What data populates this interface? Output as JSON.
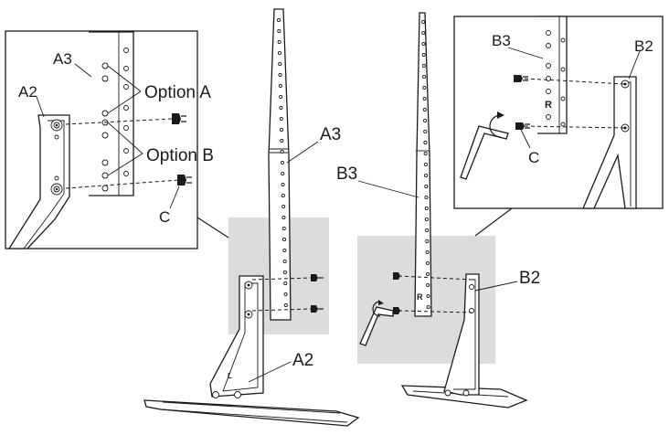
{
  "labels": {
    "a3_main": "A3",
    "a2_main": "A2",
    "b3_main": "B3",
    "b2_main": "B2",
    "inset_left": {
      "a3": "A3",
      "a2": "A2",
      "option_a": "Option A",
      "option_b": "Option B",
      "c": "C"
    },
    "inset_right": {
      "b3": "B3",
      "b2": "B2",
      "c": "C",
      "side_mark": "R"
    },
    "side_mark_left": "L",
    "side_mark_right": "R"
  },
  "colors": {
    "line": "#1a1a1a",
    "highlight": "#dcdcdc",
    "background": "#ffffff"
  }
}
